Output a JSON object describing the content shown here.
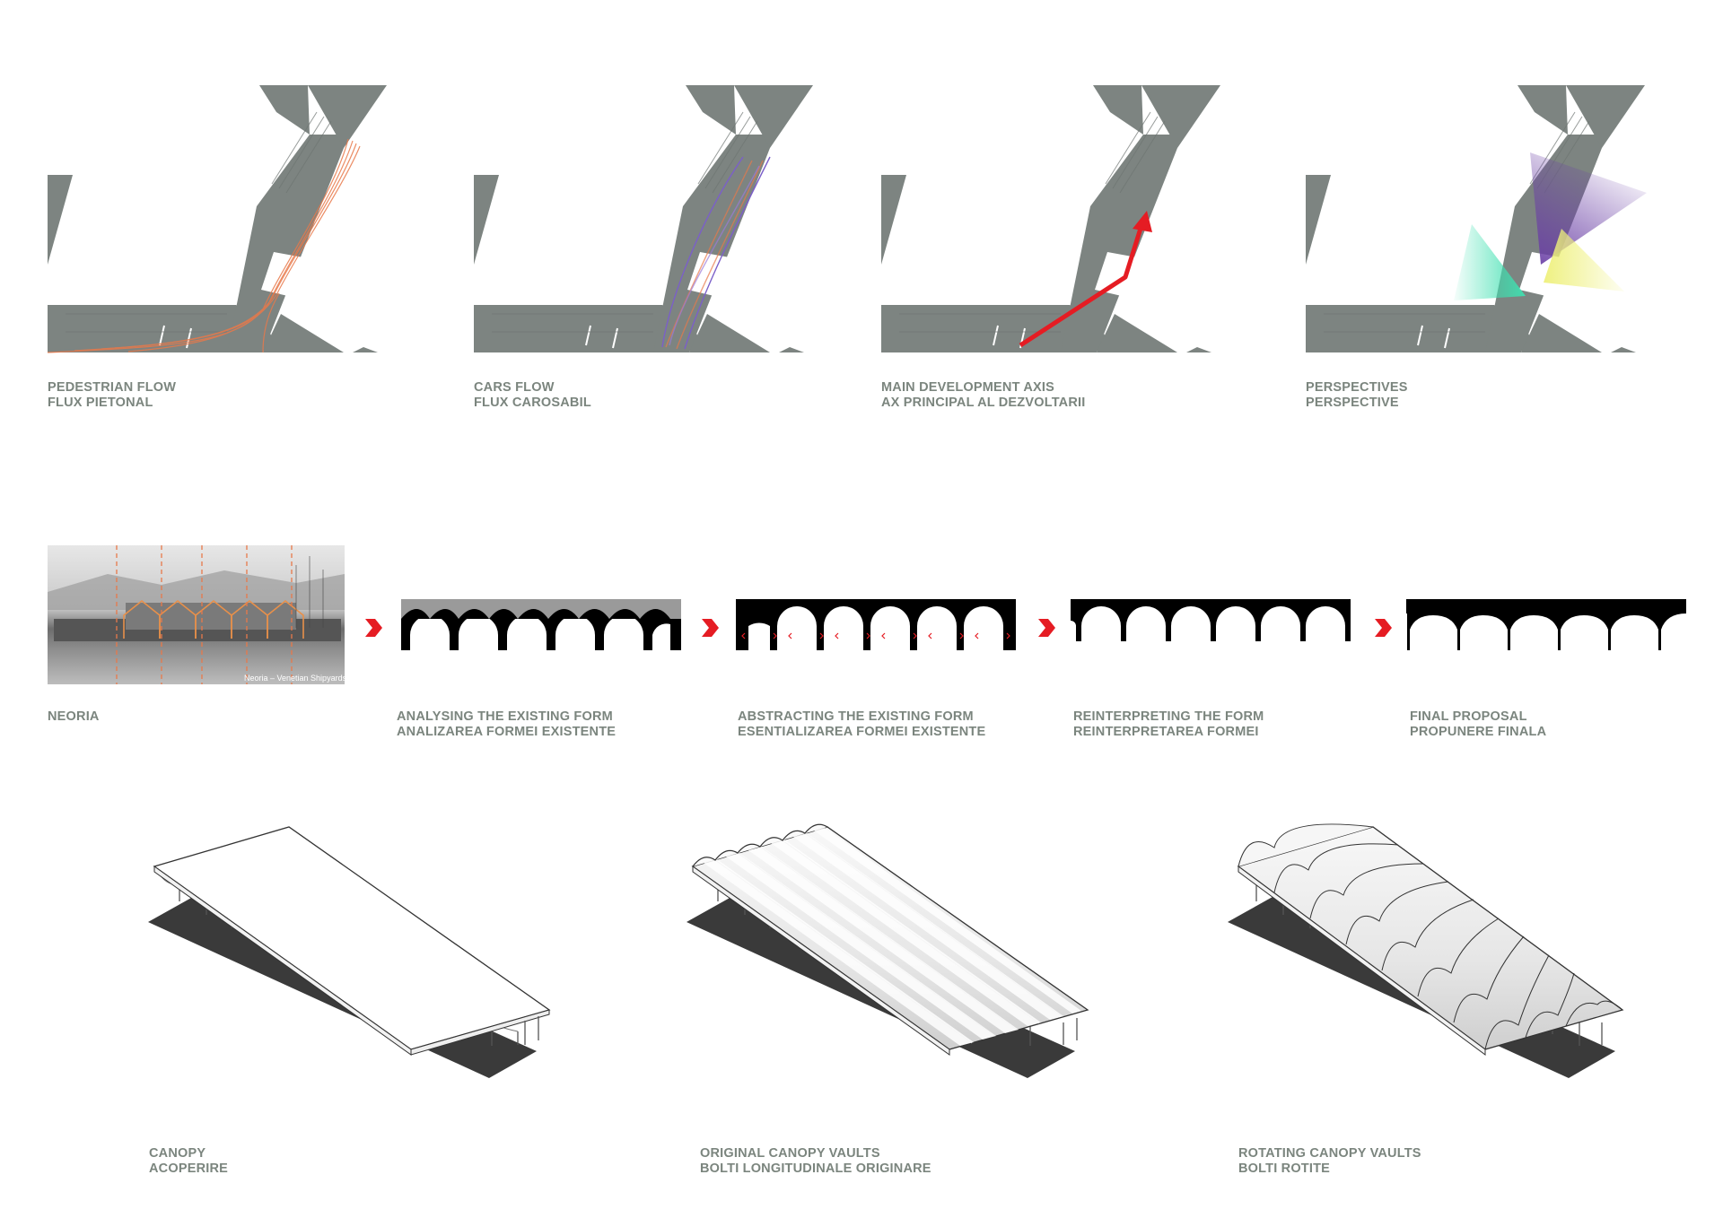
{
  "site_panels": [
    {
      "id": "pedestrian",
      "title_en": "PEDESTRIAN FLOW",
      "title_ro": "FLUX PIETONAL"
    },
    {
      "id": "cars",
      "title_en": "CARS FLOW",
      "title_ro": "FLUX CAROSABIL"
    },
    {
      "id": "axis",
      "title_en": "MAIN DEVELOPMENT AXIS",
      "title_ro": "AX PRINCIPAL AL DEZVOLTARII"
    },
    {
      "id": "perspectives",
      "title_en": "PERSPECTIVES",
      "title_ro": "PERSPECTIVE"
    }
  ],
  "form_steps": [
    {
      "id": "neoria",
      "title_en": "NEORIA",
      "title_ro": ""
    },
    {
      "id": "analysing",
      "title_en": "ANALYSING THE EXISTING FORM",
      "title_ro": "ANALIZAREA FORMEI EXISTENTE"
    },
    {
      "id": "abstracting",
      "title_en": "ABSTRACTING THE EXISTING FORM",
      "title_ro": "ESENTIALIZAREA FORMEI EXISTENTE"
    },
    {
      "id": "reinterpreting",
      "title_en": "REINTERPRETING THE FORM",
      "title_ro": "REINTERPRETAREA FORMEI"
    },
    {
      "id": "final",
      "title_en": "FINAL PROPOSAL",
      "title_ro": "PROPUNERE FINALA"
    }
  ],
  "photo_watermark": "Neoria – Venetian Shipyards",
  "canopies": [
    {
      "id": "canopy",
      "title_en": "CANOPY",
      "title_ro": "ACOPERIRE"
    },
    {
      "id": "original_vaults",
      "title_en": "ORIGINAL CANOPY VAULTS",
      "title_ro": "BOLTI LONGITUDINALE ORIGINARE"
    },
    {
      "id": "rotating_vaults",
      "title_en": "ROTATING CANOPY VAULTS",
      "title_ro": "BOLTI ROTITE"
    }
  ],
  "colors": {
    "map_gray": "#7d8481",
    "caption": "#7b857e",
    "accent_red": "#e51c23",
    "pedestrian": "#e8794a",
    "cars": "#7b5fc9",
    "persp_teal": "#3fe0b0",
    "persp_purple": "#7a4fb0",
    "persp_yellow": "#eef07a",
    "shadow": "#3a3a3a"
  }
}
